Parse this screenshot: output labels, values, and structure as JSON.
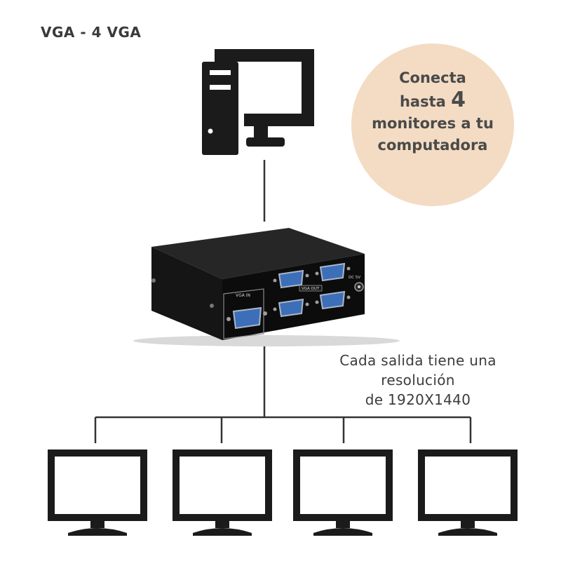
{
  "title": "VGA - 4 VGA",
  "badge": {
    "line1": "Conecta",
    "line2_prefix": "hasta ",
    "line2_number": "4",
    "line3": "monitores a tu",
    "line4": "computadora"
  },
  "caption": {
    "line1": "Cada salida tiene una",
    "line2": "resolución",
    "line3": "de 1920X1440"
  },
  "device": {
    "vga_in_label": "VGA IN",
    "vga_out_label": "VGA OUT",
    "dc_label": "DC 5V"
  },
  "colors": {
    "icons": "#1b1b1b",
    "badge_bg": "#f3dcc3",
    "vga_connector": "#3d6fb8"
  },
  "icons": [
    "desktop-computer-icon",
    "monitor-icon"
  ]
}
